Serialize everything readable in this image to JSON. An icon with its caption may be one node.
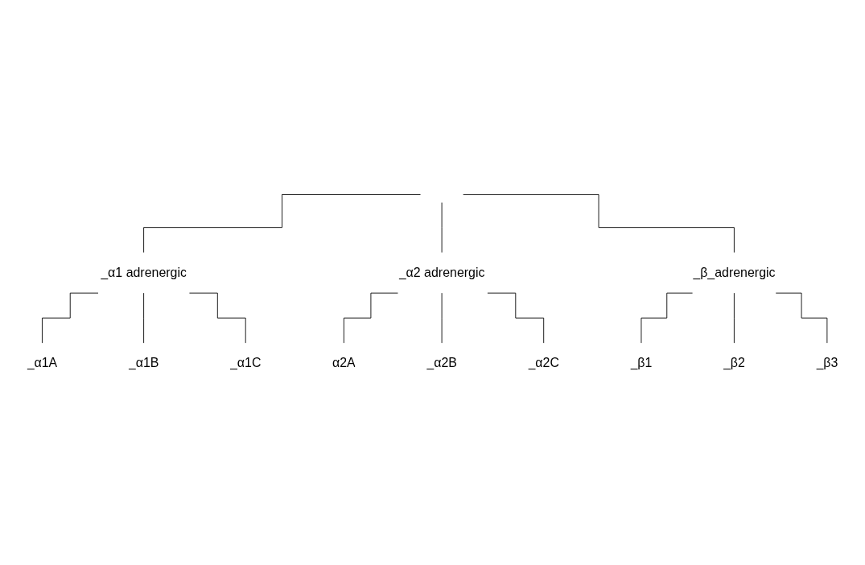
{
  "diagram": {
    "nodes": [
      {
        "text": [
          "_α1 adrenergic"
        ]
      },
      {
        "text": [
          "_α2 adrenergic"
        ]
      },
      {
        "text": [
          "_β_adrenergic"
        ]
      },
      {
        "text": [
          "_α1A"
        ]
      },
      {
        "text": [
          "_α1B"
        ]
      },
      {
        "text": [
          "_α1C"
        ]
      },
      {
        "text": [
          "_β1"
        ]
      },
      {
        "text": [
          "_β2"
        ]
      },
      {
        "text": [
          "_β3"
        ]
      },
      {
        "text": [
          "α2A"
        ]
      },
      {
        "text": [
          "_α2B"
        ]
      },
      {
        "text": [
          "_α2C"
        ]
      }
    ],
    "edges": [
      {
        "from": null,
        "to": 0,
        "arrow": "none"
      },
      {
        "from": null,
        "to": 1,
        "arrow": "none"
      },
      {
        "from": null,
        "to": 2,
        "arrow": "none"
      },
      {
        "from": 0,
        "to": 3,
        "arrow": "none"
      },
      {
        "from": 0,
        "to": 4,
        "arrow": "none"
      },
      {
        "from": 0,
        "to": 5,
        "arrow": "none"
      },
      {
        "from": 2,
        "to": 6,
        "arrow": "none"
      },
      {
        "from": 2,
        "to": 7,
        "arrow": "none"
      },
      {
        "from": 2,
        "to": 8,
        "arrow": "none"
      },
      {
        "from": 1,
        "to": 9,
        "arrow": "none"
      },
      {
        "from": 1,
        "to": 10,
        "arrow": "none"
      },
      {
        "from": 1,
        "to": 11,
        "arrow": "none"
      }
    ]
  }
}
